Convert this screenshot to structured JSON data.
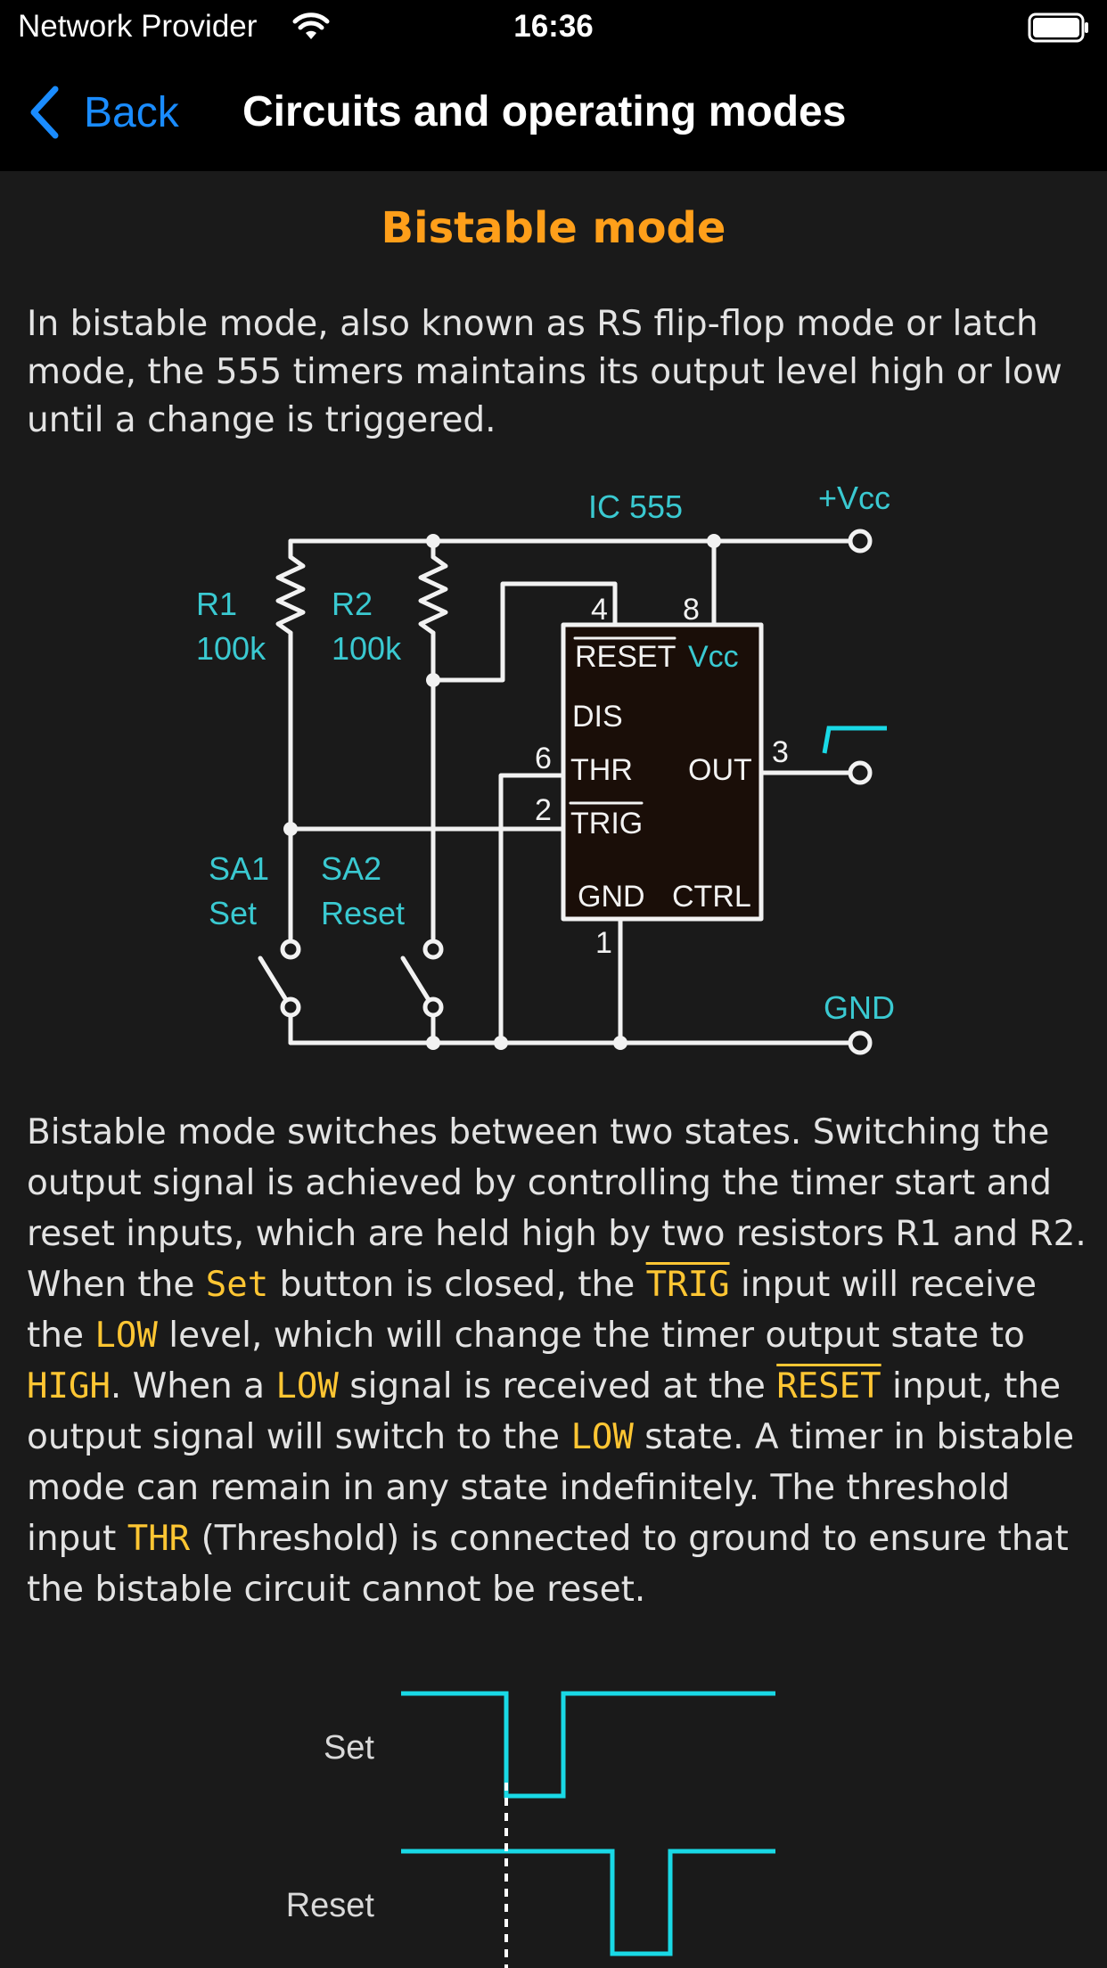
{
  "status": {
    "carrier": "Network Provider",
    "time": "16:36"
  },
  "nav": {
    "back_label": "Back",
    "title": "Circuits and operating modes"
  },
  "section": {
    "title": "Bistable mode"
  },
  "intro": "In bistable mode, also known as RS flip-flop mode or latch mode, the 555 timers maintains its output level high or low until a change is triggered.",
  "circuit": {
    "ic_label": "IC 555",
    "vcc_label": "+Vcc",
    "gnd_label": "GND",
    "r1_name": "R1",
    "r1_value": "100k",
    "r2_name": "R2",
    "r2_value": "100k",
    "sa1_name": "SA1",
    "sa1_role": "Set",
    "sa2_name": "SA2",
    "sa2_role": "Reset",
    "pin4": "4",
    "pin8": "8",
    "pin6": "6",
    "pin2": "2",
    "pin3": "3",
    "pin1": "1",
    "reset_label": "RESET",
    "vcc_pin_label": "Vcc",
    "dis_label": "DIS",
    "thr_label": "THR",
    "out_label": "OUT",
    "trig_label": "TRIG",
    "gnd_pin_label": "GND",
    "ctrl_label": "CTRL"
  },
  "body": {
    "s1": "Bistable mode switches between two states. Switching the output signal is achieved by controlling the timer start and reset inputs, which are held high by two resistors R1 and R2. When the ",
    "k1": "Set",
    "s2": " button is closed, the ",
    "k2": "TRIG",
    "s3": " input will receive the ",
    "k3": "LOW",
    "s4": " level, which will change the timer output state to ",
    "k4": "HIGH",
    "s5": ". When a ",
    "k5": "LOW",
    "s6": " signal is received at the ",
    "k6": "RESET",
    "s7": " input, the output signal will switch to the ",
    "k7": "LOW",
    "s8": " state. A timer in bistable mode can remain in any state indefinitely. The threshold input ",
    "k8": "THR",
    "s9": " (Threshold) is connected to ground to ensure that the bistable circuit cannot be reset."
  },
  "timing": {
    "set_label": "Set",
    "reset_label": "Reset"
  },
  "colors": {
    "accent_orange": "#ff9f1a",
    "keyword_yellow": "#ffc633",
    "link_blue": "#1a8cff",
    "cyan": "#3ac9d1",
    "signal_cyan": "#19d9e6"
  }
}
